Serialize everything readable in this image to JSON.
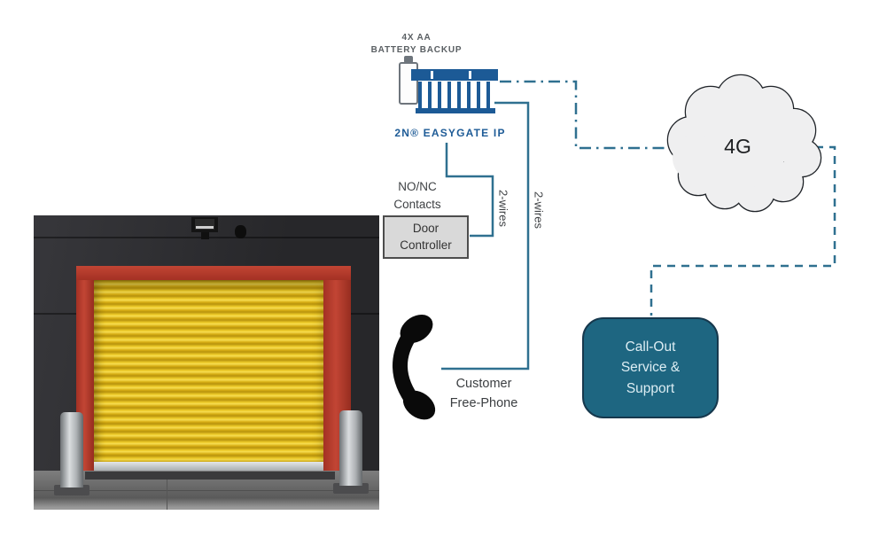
{
  "colors": {
    "line_teal": "#2f7090",
    "device_blue": "#1c5a96",
    "device_label_blue": "#1f5c97",
    "battery_label_gray": "#5a5f63",
    "callout_fill": "#1e6681",
    "callout_border": "#16384d",
    "callout_text": "#dcedf3",
    "cloud_fill": "#efeff0",
    "cloud_outline": "#1f2328",
    "controller_fill": "#d9d9d9",
    "controller_border": "#4d4d4d",
    "phone_black": "#0a0a0a",
    "door_yellow": "#e9c621",
    "frame_red": "#b43a2b"
  },
  "diagram": {
    "battery_label": [
      "4X AA",
      "BATTERY BACKUP"
    ],
    "device_label": "2N® EASYGATE IP",
    "contacts_label": [
      "NO/NC",
      "Contacts"
    ],
    "door_controller_label": [
      "Door",
      "Controller"
    ],
    "wire_label_left": "2-wires",
    "wire_label_right": "2-wires",
    "phone_label": [
      "Customer",
      "Free-Phone"
    ],
    "cloud_label": "4G",
    "callout_label": [
      "Call-Out",
      "Service &",
      "Support"
    ]
  }
}
